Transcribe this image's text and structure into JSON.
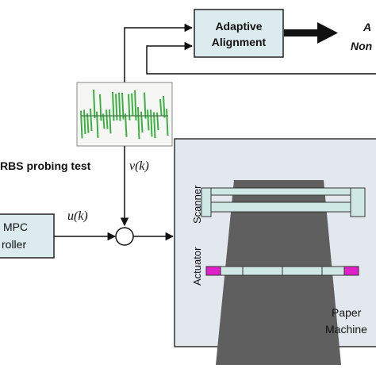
{
  "blocks": {
    "adaptive_alignment": {
      "line1": "Adaptive",
      "line2": "Alignment"
    },
    "controller": {
      "line1": "MPC",
      "line2": "roller"
    },
    "paper_machine": {
      "line1": "Paper",
      "line2": "Machine"
    }
  },
  "outputs": {
    "line1": "A",
    "line2": "Non"
  },
  "labels": {
    "probing_test": "RBS probing test",
    "v_signal": "v(k)",
    "u_signal": "u(k)",
    "scanner": "Scanner",
    "actuator": "Actuator"
  },
  "colors": {
    "adaptive_fill": "#dcecee",
    "machine_bg": "#e3e8ee",
    "sheet": "#5f5f5f",
    "scanner_bar": "#cfe8e6",
    "actuator_bar": "#cfe8e6",
    "actuator_end": "#e020c8",
    "signal_green": "#3cb043"
  }
}
